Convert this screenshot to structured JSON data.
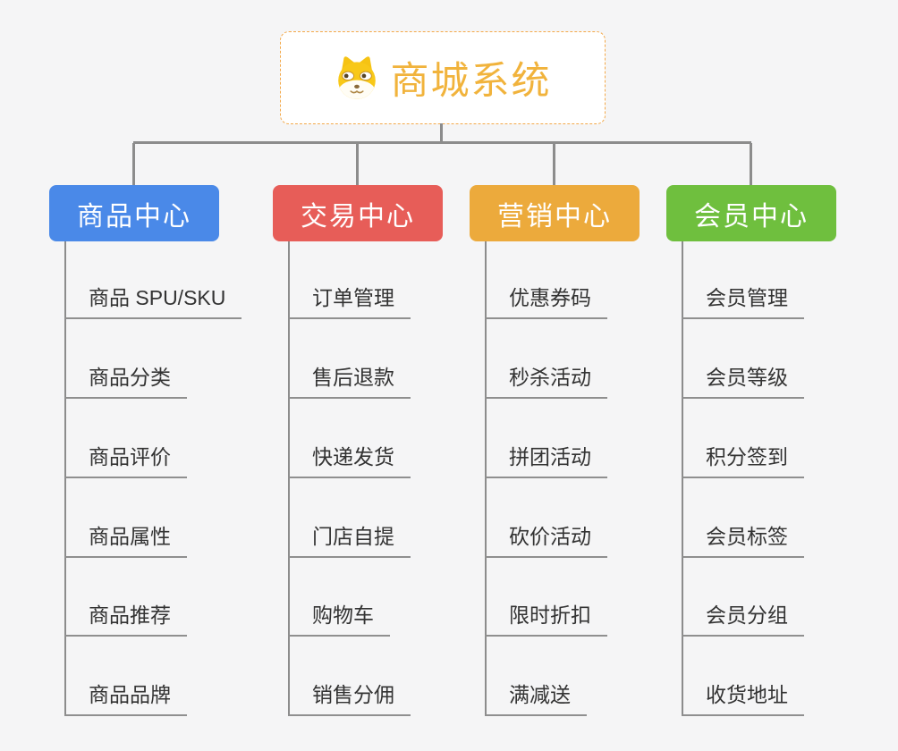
{
  "canvas": {
    "background": "#f5f5f6",
    "connector_color": "#8c8c8c"
  },
  "root": {
    "title": "商城系统",
    "title_color": "#f1b33c",
    "border_color": "#f3a94a",
    "icon": "doge-icon"
  },
  "branches": [
    {
      "title": "商品中心",
      "color": "#4a89e8",
      "items": [
        "商品 SPU/SKU",
        "商品分类",
        "商品评价",
        "商品属性",
        "商品推荐",
        "商品品牌"
      ]
    },
    {
      "title": "交易中心",
      "color": "#e75d58",
      "items": [
        "订单管理",
        "售后退款",
        "快递发货",
        "门店自提",
        "购物车",
        "销售分佣"
      ]
    },
    {
      "title": "营销中心",
      "color": "#ecaa3c",
      "items": [
        "优惠券码",
        "秒杀活动",
        "拼团活动",
        "砍价活动",
        "限时折扣",
        "满减送"
      ]
    },
    {
      "title": "会员中心",
      "color": "#6fbf3e",
      "items": [
        "会员管理",
        "会员等级",
        "积分签到",
        "会员标签",
        "会员分组",
        "收货地址"
      ]
    }
  ]
}
